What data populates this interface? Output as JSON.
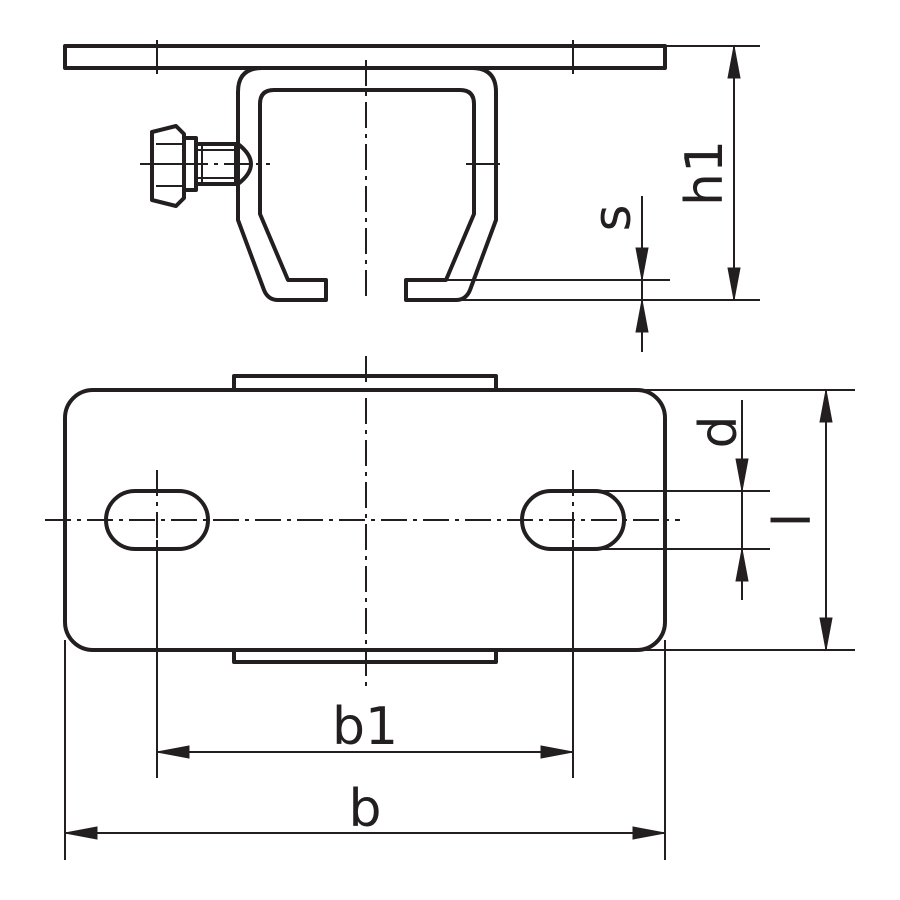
{
  "dimensions": {
    "h1": "h1",
    "s": "s",
    "d": "d",
    "l": "l",
    "b1": "b1",
    "b": "b"
  },
  "colors": {
    "line": "#231f20",
    "background": "#ffffff"
  }
}
